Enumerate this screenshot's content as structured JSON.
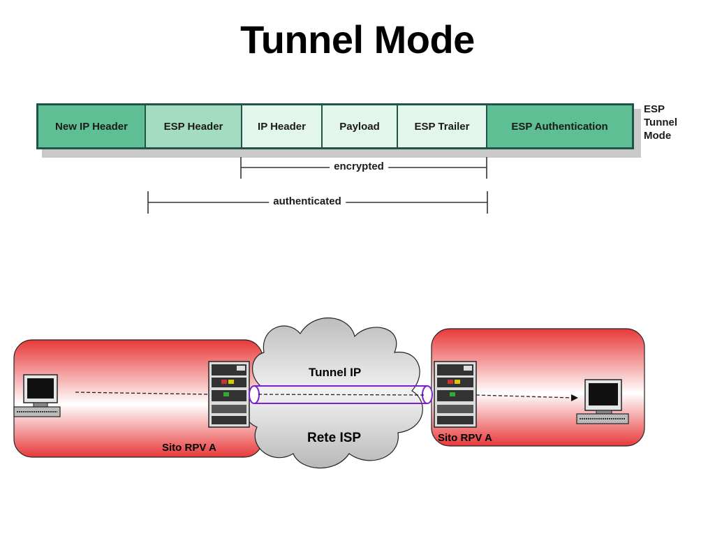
{
  "title": "Tunnel Mode",
  "packet": {
    "fields": [
      {
        "label": "New IP Header"
      },
      {
        "label": "ESP Header"
      },
      {
        "label": "IP Header"
      },
      {
        "label": "Payload"
      },
      {
        "label": "ESP Trailer"
      },
      {
        "label": "ESP Authentication"
      }
    ],
    "side_label": [
      "ESP",
      "Tunnel",
      "Mode"
    ]
  },
  "ranges": {
    "encrypted": "encrypted",
    "authenticated": "authenticated"
  },
  "network": {
    "tunnel_label": "Tunnel IP",
    "cloud_label": "Rete ISP",
    "left_site_label": "Sito RPV A",
    "right_site_label": "Sito RPV A"
  },
  "colors": {
    "site_gradient_edge": "#e83a3a",
    "cloud": "#c8c8c8",
    "tunnel": "#7a1fd6",
    "packet_dark": "#5dbf93",
    "packet_mid": "#a4dcc1",
    "packet_light": "#e2f6ec"
  }
}
